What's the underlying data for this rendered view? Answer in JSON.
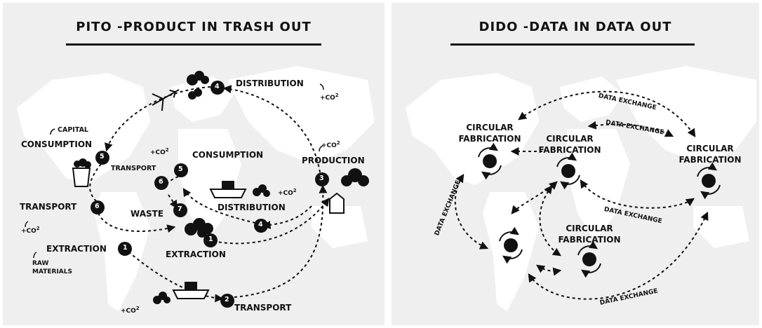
{
  "left_panel": {
    "title": "PITO -PRODUCT IN TRASH OUT",
    "labels": {
      "distribution_top": "DISTRIBUTION",
      "capital": "CAPITAL",
      "consumption_outer": "CONSUMPTION",
      "transport_outer": "TRANSPORT",
      "extraction_outer": "EXTRACTION",
      "raw": "RAW",
      "materials": "MATERIALS",
      "transport_bottom": "TRANSPORT",
      "production": "PRODUCTION",
      "consumption_inner": "CONSUMPTION",
      "transport_inner": "TRANSPORT",
      "waste": "WASTE",
      "distribution_inner": "DISTRIBUTION",
      "extraction_inner": "EXTRACTION"
    },
    "co2": {
      "prefix": "+CO",
      "sup": "2"
    },
    "steps": {
      "distribution_top": "4",
      "consumption_outer": "5",
      "transport_outer": "6",
      "extraction_outer": "1",
      "transport_bottom": "2",
      "production": "3",
      "consumption_inner": "5",
      "transport_inner": "6",
      "waste": "7",
      "distribution_inner": "4",
      "extraction_inner": "1"
    }
  },
  "right_panel": {
    "title": "DIDO -DATA IN DATA OUT",
    "nodes": {
      "left_line1": "CIRCULAR",
      "left_line2": "FABRICATION",
      "center_line1": "CIRCULAR",
      "center_line2": "FABRICATION",
      "right_line1": "CIRCULAR",
      "right_line2": "FABRICATION",
      "bottom_line1": "CIRCULAR",
      "bottom_line2": "FABRICATION"
    },
    "exchange_labels": {
      "top": "DATA EXCHANGE",
      "middle": "DATA EXCHANGE",
      "right_lower": "DATA EXCHANGE",
      "left_vertical": "DATA EXCHANGE",
      "bottom": "DATA EXCHANGE"
    }
  },
  "colors": {
    "background": "#efefef",
    "ink": "#111111",
    "map": "#ffffff"
  }
}
